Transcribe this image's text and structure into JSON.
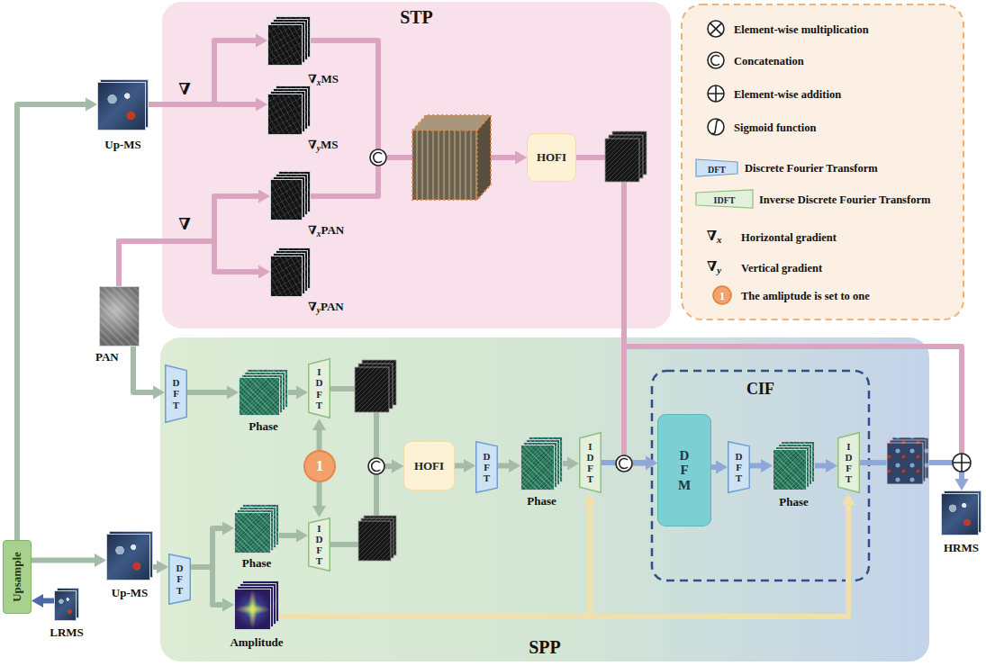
{
  "diagram": {
    "nodes": [
      {
        "text": [
          "Up-MS"
        ]
      },
      {
        "text": [
          "STP"
        ]
      },
      {
        "text": [
          "∇xMS"
        ],
        "in": 1
      },
      {
        "text": [
          "∇yMS"
        ],
        "in": 1
      },
      {
        "text": [
          "∇xPAN"
        ],
        "in": 1
      },
      {
        "text": [
          "∇yPAN"
        ],
        "in": 1
      },
      {
        "text": [
          "HOFI"
        ],
        "in": 1
      },
      {
        "text": [
          "PAN"
        ]
      },
      {
        "text": [
          "SPP"
        ]
      },
      {
        "text": [
          "DFT"
        ],
        "in": 8
      },
      {
        "text": [
          "Phase"
        ],
        "in": 8
      },
      {
        "text": [
          "IDFT"
        ],
        "in": 8
      },
      {
        "text": [
          "1"
        ],
        "in": 8
      },
      {
        "text": [
          "HOFI"
        ],
        "in": 8
      },
      {
        "text": [
          "DFT"
        ],
        "in": 8
      },
      {
        "text": [
          "Phase"
        ],
        "in": 8
      },
      {
        "text": [
          "IDFT"
        ],
        "in": 8
      },
      {
        "text": [
          "CIF"
        ],
        "in": 8
      },
      {
        "text": [
          "DFM"
        ],
        "in": 17
      },
      {
        "text": [
          "DFT"
        ],
        "in": 17
      },
      {
        "text": [
          "Phase"
        ],
        "in": 17
      },
      {
        "text": [
          "IDFT"
        ],
        "in": 17
      },
      {
        "text": [
          "HRMS"
        ]
      },
      {
        "text": [
          "Upsample"
        ]
      },
      {
        "text": [
          "Up-MS"
        ]
      },
      {
        "text": [
          "LRMS"
        ]
      },
      {
        "text": [
          "DFT"
        ],
        "in": 8
      },
      {
        "text": [
          "Phase"
        ],
        "in": 8
      },
      {
        "text": [
          "Amplitude"
        ],
        "in": 8
      },
      {
        "text": [
          "IDFT"
        ],
        "in": 8
      }
    ],
    "edges": [
      {
        "from": 25,
        "to": 23,
        "arrow": "to"
      },
      {
        "from": 23,
        "to": 0,
        "arrow": "to"
      },
      {
        "from": 23,
        "to": 24,
        "arrow": "to"
      },
      {
        "from": 0,
        "to": 2,
        "arrow": "to"
      },
      {
        "from": 0,
        "to": 3,
        "arrow": "to"
      },
      {
        "from": 7,
        "to": 4,
        "arrow": "to"
      },
      {
        "from": 7,
        "to": 5,
        "arrow": "to"
      },
      {
        "from": 2,
        "to": 6,
        "arrow": "to"
      },
      {
        "from": 4,
        "to": 6,
        "arrow": "to"
      },
      {
        "from": 6,
        "to": 18,
        "arrow": "to"
      },
      {
        "from": 6,
        "to": 22,
        "arrow": "to"
      },
      {
        "from": 7,
        "to": 9,
        "arrow": "to"
      },
      {
        "from": 9,
        "to": 10,
        "arrow": "to"
      },
      {
        "from": 10,
        "to": 11,
        "arrow": "to"
      },
      {
        "from": 11,
        "to": 13,
        "arrow": "to"
      },
      {
        "from": 12,
        "to": 11,
        "arrow": "to"
      },
      {
        "from": 12,
        "to": 29,
        "arrow": "to"
      },
      {
        "from": 24,
        "to": 26,
        "arrow": "to"
      },
      {
        "from": 26,
        "to": 27,
        "arrow": "to"
      },
      {
        "from": 26,
        "to": 28,
        "arrow": "to"
      },
      {
        "from": 27,
        "to": 29,
        "arrow": "to"
      },
      {
        "from": 29,
        "to": 13,
        "arrow": "to"
      },
      {
        "from": 13,
        "to": 14,
        "arrow": "to"
      },
      {
        "from": 14,
        "to": 15,
        "arrow": "to"
      },
      {
        "from": 15,
        "to": 16,
        "arrow": "to"
      },
      {
        "from": 28,
        "to": 16,
        "arrow": "to"
      },
      {
        "from": 28,
        "to": 21,
        "arrow": "to"
      },
      {
        "from": 16,
        "to": 18,
        "arrow": "to"
      },
      {
        "from": 18,
        "to": 19,
        "arrow": "to"
      },
      {
        "from": 19,
        "to": 20,
        "arrow": "to"
      },
      {
        "from": 20,
        "to": 21,
        "arrow": "to"
      },
      {
        "from": 21,
        "to": 22,
        "arrow": "to"
      }
    ],
    "labels": [
      "∇",
      "∇",
      "DFT",
      "IDFT",
      "∇x",
      "∇y",
      "1"
    ],
    "legend": [
      {
        "text": "Element-wise multiplication"
      },
      {
        "text": "Concatenation"
      },
      {
        "text": "Element-wise addition"
      },
      {
        "text": "Sigmoid function"
      },
      {
        "text": "Discrete Fourier Transform"
      },
      {
        "text": "Inverse Discrete Fourier Transform"
      },
      {
        "text": "Horizontal gradient"
      },
      {
        "text": "Vertical gradient"
      },
      {
        "text": "The amliptude is set to one"
      }
    ]
  }
}
